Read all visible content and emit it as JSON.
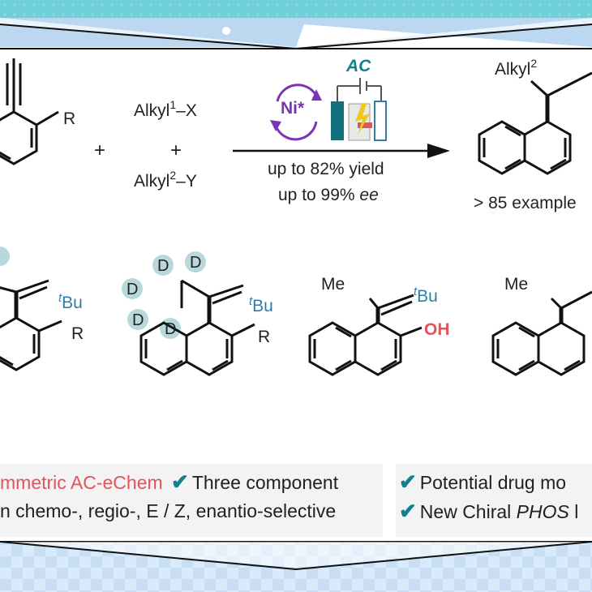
{
  "scheme": {
    "reagent_1a": "Alkyl",
    "reagent_1b": "1",
    "reagent_1c": "–X",
    "reagent_2a": "Alkyl",
    "reagent_2b": "2",
    "reagent_2c": "–Y",
    "plus": "+",
    "r_group": "R",
    "catalyst": "Ni*",
    "method": "AC",
    "condition_1": "up to 82% yield",
    "condition_2a": "up to 99% ",
    "condition_2b": "ee",
    "product_label_a": "Alkyl",
    "product_label_b": "2",
    "examples": "> 85 example"
  },
  "examples_row": {
    "tbu_t": "t",
    "tbu_bu": "Bu",
    "deuterium": "D",
    "r_group": "R",
    "methyl": "Me",
    "hydroxyl": "OH"
  },
  "features_left": {
    "line1_accent": "mmetric AC-eChem",
    "line1_rest": "Three component",
    "line2": "n chemo-, regio-, E / Z, enantio-selective"
  },
  "features_right": {
    "line1": "Potential drug mo",
    "line2_a": "New Chiral ",
    "line2_b": "PHOS",
    "line2_c": " l"
  },
  "colors": {
    "accent_red": "#e0555a",
    "tbu_blue": "#2f7ea8",
    "check_teal": "#12808f",
    "catalyst_purple": "#7a34b5",
    "frame_blue": "#bcd8f0",
    "deuterium_bubble": "#b9d8dc"
  }
}
